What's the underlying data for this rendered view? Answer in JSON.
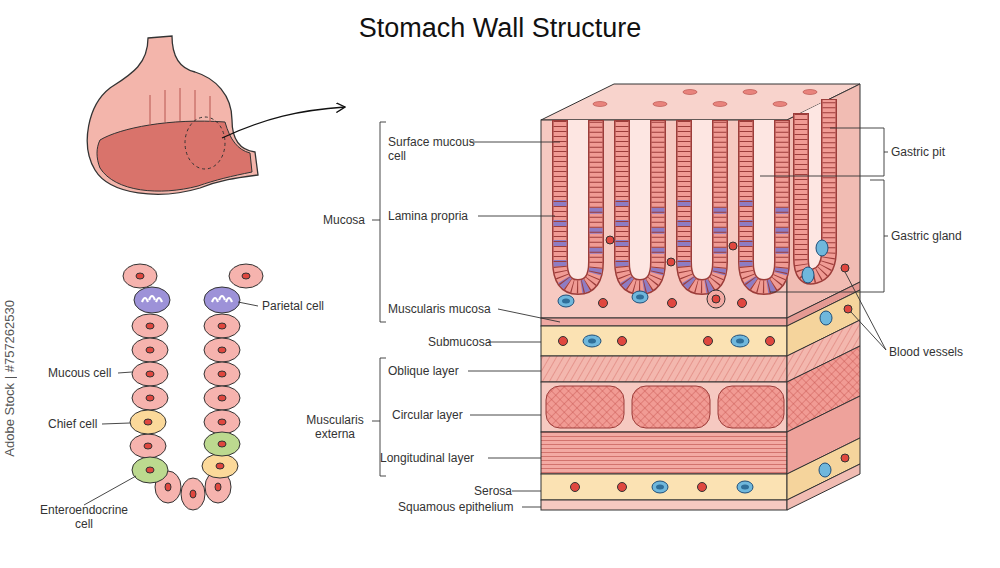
{
  "diagram": {
    "title": "Stomach Wall Structure",
    "labels": [
      "Surface mucous cell",
      "Lamina propria",
      "Mucosa",
      "Muscularis mucosa",
      "Submucosa",
      "Oblique layer",
      "Circular layer",
      "Muscularis externa",
      "Longitudinal layer",
      "Serosa",
      "Squamous epithelium",
      "Gastric pit",
      "Gastric gland",
      "Blood vessels",
      "Parietal cell",
      "Mucous cell",
      "Chief cell",
      "Enteroendocrine cell",
      "Adobe Stock | #757262530"
    ]
  }
}
